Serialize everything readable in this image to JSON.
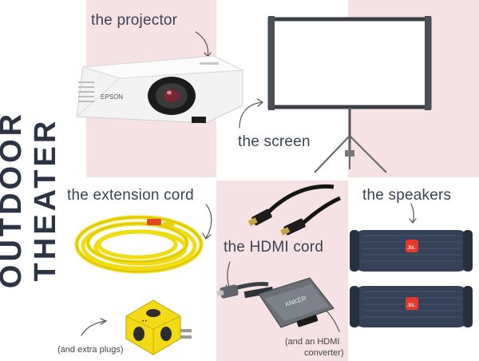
{
  "title": "OUTDOOR THEATER",
  "items": {
    "projector": {
      "label": "the projector"
    },
    "screen": {
      "label": "the screen"
    },
    "extension_cord": {
      "label": "the extension cord",
      "note": "(and extra plugs)"
    },
    "hdmi_cord": {
      "label": "the HDMI cord",
      "note_line1": "(and an HDMI",
      "note_line2": "converter)"
    },
    "speakers": {
      "label": "the speakers"
    }
  },
  "brand_marks": {
    "projector_brand": "EPSON",
    "adapter_brand": "ANKER",
    "speaker_brand": "JBL"
  },
  "colors": {
    "panel_pink": "#f6e1e4",
    "title_navy": "#2c3445",
    "cord_yellow": "#f2e018",
    "speaker_blue": "#34435a"
  }
}
